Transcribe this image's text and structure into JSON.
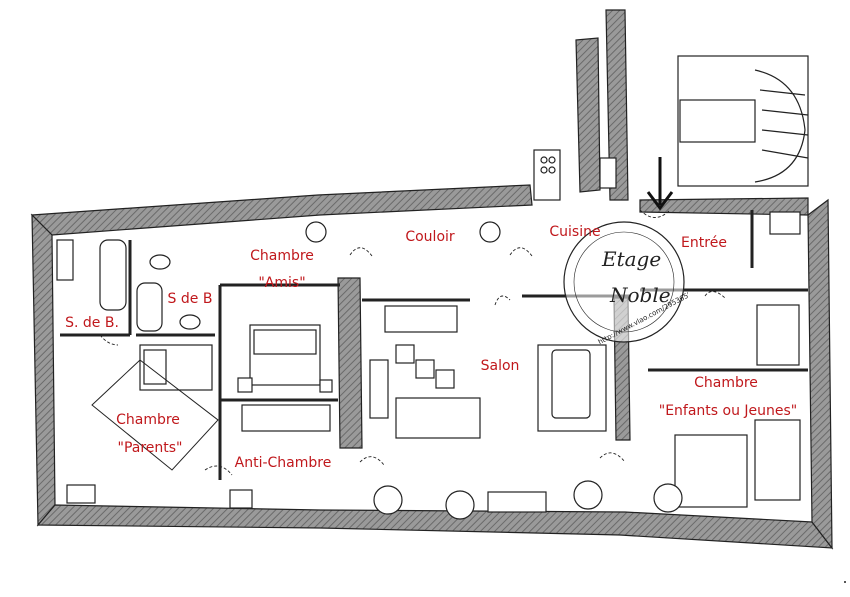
{
  "rooms": {
    "cuisine": "Cuisine",
    "entree": "Entrée",
    "couloir": "Couloir",
    "chambre_amis_1": "Chambre",
    "chambre_amis_2": "\"Amis\"",
    "sdb_1": "S de B",
    "sdb_2": "S. de B.",
    "salon": "Salon",
    "chambre_enfants_1": "Chambre",
    "chambre_enfants_2": "\"Enfants ou Jeunes\"",
    "chambre_parents_1": "Chambre",
    "chambre_parents_2": "\"Parents\"",
    "anti_chambre": "Anti-Chambre"
  },
  "watermark": {
    "brand": "Etage Noble",
    "url": "http://www.vlao.com/2953650"
  },
  "colors": {
    "label": "#c0181c",
    "wall_fill": "#8a8a8a",
    "ink": "#222222"
  }
}
